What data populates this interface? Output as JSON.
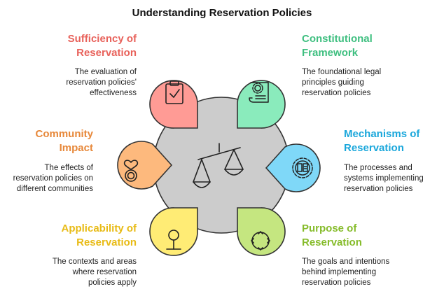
{
  "title": "Understanding Reservation Policies",
  "center": {
    "icon": "balance-scale-icon",
    "color": "#cccccc"
  },
  "items": [
    {
      "key": "sufficiency",
      "heading": "Sufficiency of\nReservation",
      "description": "The evaluation of\nreservation policies'\neffectiveness",
      "color": "#ff9b95",
      "heading_color": "#e8625b",
      "icon": "clipboard-check-icon"
    },
    {
      "key": "constitutional",
      "heading": "Constitutional\nFramework",
      "description": "The foundational legal\nprinciples guiding\nreservation policies",
      "color": "#8aebbc",
      "heading_color": "#3fbf80",
      "icon": "scroll-gear-icon"
    },
    {
      "key": "mechanisms",
      "heading": "Mechanisms of\nReservation",
      "description": "The processes and\nsystems implementing\nreservation policies",
      "color": "#7fd8f8",
      "heading_color": "#1aa7db",
      "icon": "gear-document-icon"
    },
    {
      "key": "purpose",
      "heading": "Purpose of\nReservation",
      "description": "The goals and intentions\nbehind implementing\nreservation policies",
      "color": "#c5e680",
      "heading_color": "#86bc2b",
      "icon": "target-arrows-icon"
    },
    {
      "key": "applicability",
      "heading": "Applicability of\nReservation",
      "description": "The contexts and areas\nwhere reservation\npolicies apply",
      "color": "#ffec75",
      "heading_color": "#e8bb16",
      "icon": "map-pin-icon"
    },
    {
      "key": "community",
      "heading": "Community\nImpact",
      "description": "The effects of\nreservation policies on\ndifferent communities",
      "color": "#fdb97d",
      "heading_color": "#e7883a",
      "icon": "heart-ring-icon"
    }
  ]
}
